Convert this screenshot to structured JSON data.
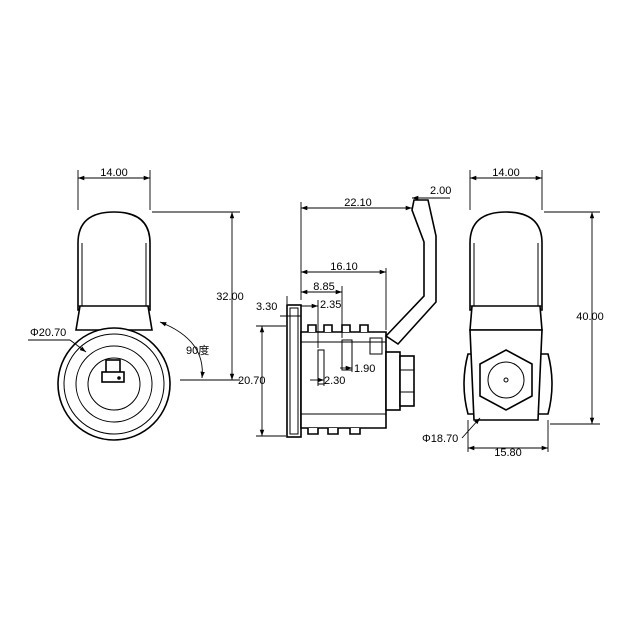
{
  "drawing": {
    "colors": {
      "line": "#000000",
      "background": "#ffffff"
    },
    "front_view": {
      "width_label": "14.00",
      "height_label": "32.00",
      "diameter_label": "Φ20.70",
      "rotation_label": "90度"
    },
    "side_view": {
      "overall_length_label": "22.10",
      "cam_thickness_label": "2.00",
      "body_length_label": "16.10",
      "thread_length_label": "8.85",
      "groove_label": "2.35",
      "flange_label": "3.30",
      "height_label": "20.70",
      "gap_label": "2.30",
      "step_label": "1.90"
    },
    "rear_view": {
      "width_label": "14.00",
      "height_label": "40.00",
      "diameter_label": "Φ18.70",
      "base_width_label": "15.80"
    }
  }
}
